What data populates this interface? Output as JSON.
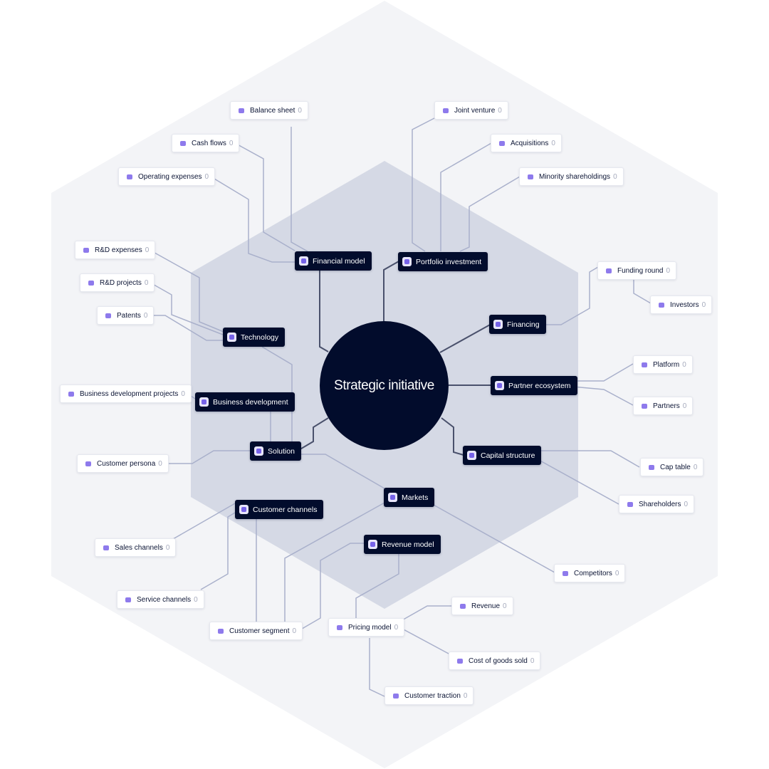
{
  "hub": {
    "label": "Strategic initiative"
  },
  "categories": [
    {
      "id": "financial-model",
      "label": "Financial model",
      "icon": "financial-model-icon"
    },
    {
      "id": "portfolio-investment",
      "label": "Portfolio investment",
      "icon": "portfolio-investment-icon"
    },
    {
      "id": "technology",
      "label": "Technology",
      "icon": "technology-icon"
    },
    {
      "id": "financing",
      "label": "Financing",
      "icon": "financing-icon"
    },
    {
      "id": "partner-ecosystem",
      "label": "Partner ecosystem",
      "icon": "partner-ecosystem-icon"
    },
    {
      "id": "business-development",
      "label": "Business development",
      "icon": "business-development-icon"
    },
    {
      "id": "solution",
      "label": "Solution",
      "icon": "solution-icon"
    },
    {
      "id": "capital-structure",
      "label": "Capital structure",
      "icon": "capital-structure-icon"
    },
    {
      "id": "markets",
      "label": "Markets",
      "icon": "markets-icon"
    },
    {
      "id": "customer-channels",
      "label": "Customer channels",
      "icon": "customer-channels-icon"
    },
    {
      "id": "revenue-model",
      "label": "Revenue model",
      "icon": "revenue-model-icon"
    }
  ],
  "leaves": [
    {
      "id": "balance-sheet",
      "label": "Balance sheet",
      "count": "0",
      "icon": "balance-sheet-icon"
    },
    {
      "id": "joint-venture",
      "label": "Joint venture",
      "count": "0",
      "icon": "joint-venture-icon"
    },
    {
      "id": "cash-flows",
      "label": "Cash flows",
      "count": "0",
      "icon": "cash-flows-icon"
    },
    {
      "id": "acquisitions",
      "label": "Acquisitions",
      "count": "0",
      "icon": "acquisitions-icon"
    },
    {
      "id": "operating-expenses",
      "label": "Operating expenses",
      "count": "0",
      "icon": "operating-expenses-icon"
    },
    {
      "id": "minority-shareholdings",
      "label": "Minority shareholdings",
      "count": "0",
      "icon": "minority-shareholdings-icon"
    },
    {
      "id": "rd-expenses",
      "label": "R&D expenses",
      "count": "0",
      "icon": "rd-expenses-icon"
    },
    {
      "id": "funding-round",
      "label": "Funding round",
      "count": "0",
      "icon": "funding-round-icon"
    },
    {
      "id": "rd-projects",
      "label": "R&D projects",
      "count": "0",
      "icon": "rd-projects-icon"
    },
    {
      "id": "investors",
      "label": "Investors",
      "count": "0",
      "icon": "investors-icon"
    },
    {
      "id": "patents",
      "label": "Patents",
      "count": "0",
      "icon": "patents-icon"
    },
    {
      "id": "platform",
      "label": "Platform",
      "count": "0",
      "icon": "platform-icon"
    },
    {
      "id": "business-development-projects",
      "label": "Business development projects",
      "count": "0",
      "icon": "business-development-projects-icon"
    },
    {
      "id": "partners",
      "label": "Partners",
      "count": "0",
      "icon": "partners-icon"
    },
    {
      "id": "customer-persona",
      "label": "Customer persona",
      "count": "0",
      "icon": "customer-persona-icon"
    },
    {
      "id": "cap-table",
      "label": "Cap table",
      "count": "0",
      "icon": "cap-table-icon"
    },
    {
      "id": "shareholders",
      "label": "Shareholders",
      "count": "0",
      "icon": "shareholders-icon"
    },
    {
      "id": "sales-channels",
      "label": "Sales channels",
      "count": "0",
      "icon": "sales-channels-icon"
    },
    {
      "id": "competitors",
      "label": "Competitors",
      "count": "0",
      "icon": "competitors-icon"
    },
    {
      "id": "service-channels",
      "label": "Service channels",
      "count": "0",
      "icon": "service-channels-icon"
    },
    {
      "id": "revenue",
      "label": "Revenue",
      "count": "0",
      "icon": "revenue-icon"
    },
    {
      "id": "customer-segment",
      "label": "Customer segment",
      "count": "0",
      "icon": "customer-segment-icon"
    },
    {
      "id": "pricing-model",
      "label": "Pricing model",
      "count": "0",
      "icon": "pricing-model-icon"
    },
    {
      "id": "cost-of-goods-sold",
      "label": "Cost of goods sold",
      "count": "0",
      "icon": "cost-of-goods-sold-icon"
    },
    {
      "id": "customer-traction",
      "label": "Customer traction",
      "count": "0",
      "icon": "customer-traction-icon"
    }
  ],
  "colors": {
    "outer_hexagon": "#f3f4f7",
    "inner_hexagon": "#d5d9e5",
    "hub": "#020c2c",
    "category_node": "#020c2c",
    "connector_dark": "#4a516c",
    "connector_light": "#a9b0cb",
    "icon_accent": "#7763e8"
  }
}
